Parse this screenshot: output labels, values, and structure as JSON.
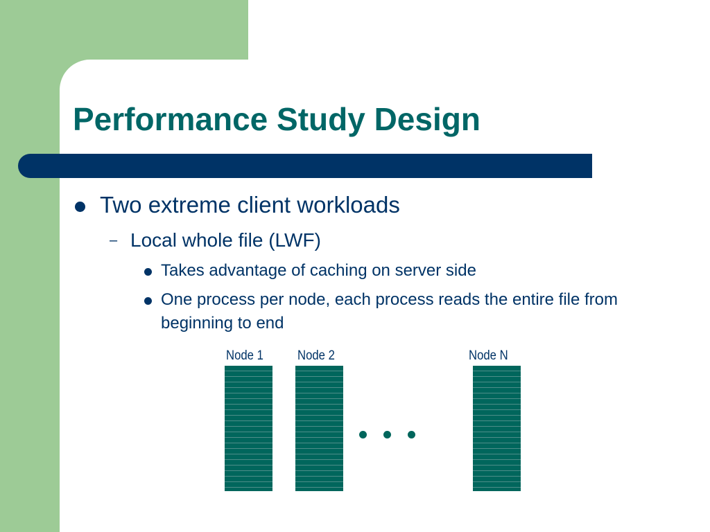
{
  "slide": {
    "title": "Performance Study Design",
    "bullet_level1": "Two extreme client workloads",
    "bullet_level2_marker": "–",
    "bullet_level2": "Local whole file (LWF)",
    "bullet_level3": [
      "Takes advantage of caching on server side",
      "One process per node, each process reads the entire file from beginning to end"
    ]
  },
  "diagram": {
    "nodes": [
      "Node 1",
      "Node 2",
      "Node N"
    ],
    "ellipsis_dots": 3
  },
  "colors": {
    "sidebar_green": "#9dcb96",
    "title_bar_navy": "#003366",
    "title_teal": "#006666",
    "node_fill": "#00665c"
  }
}
